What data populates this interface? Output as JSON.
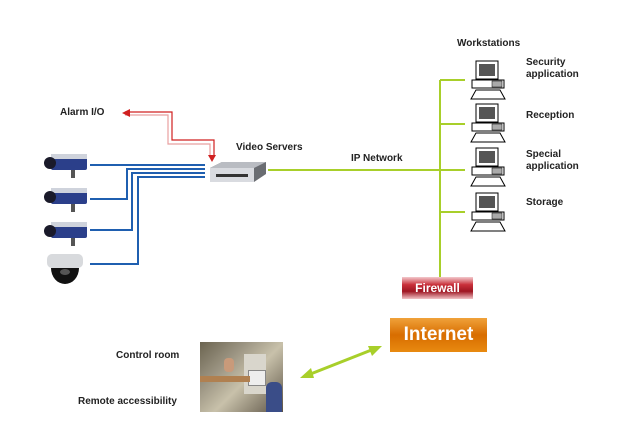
{
  "labels": {
    "alarm_io": "Alarm I/O",
    "video_servers": "Video Servers",
    "ip_network": "IP Network",
    "workstations": "Workstations",
    "firewall": "Firewall",
    "internet": "Internet",
    "control_room": "Control  room",
    "remote_accessibility": "Remote accessibility"
  },
  "workstations": [
    {
      "label_line1": "Security",
      "label_line2": "application"
    },
    {
      "label_line1": "Reception",
      "label_line2": ""
    },
    {
      "label_line1": "Special",
      "label_line2": "application"
    },
    {
      "label_line1": "Storage",
      "label_line2": ""
    }
  ],
  "cameras": [
    {
      "type": "box-camera"
    },
    {
      "type": "box-camera"
    },
    {
      "type": "box-camera"
    },
    {
      "type": "dome-camera"
    }
  ],
  "colors": {
    "camera_link": "#1f5fb0",
    "network_link": "#a8cf2a",
    "alarm_link": "#d02020",
    "firewall": "#b3222d",
    "internet": "#e07a00"
  }
}
